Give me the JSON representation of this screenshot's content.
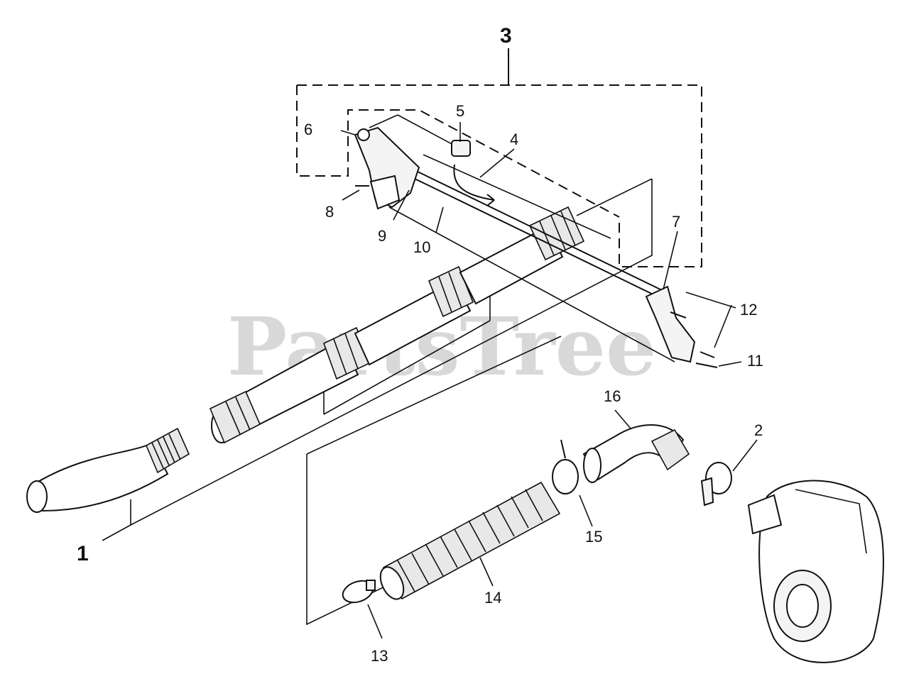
{
  "watermark": "PartsTree",
  "callouts": [
    "1",
    "2",
    "3",
    "4",
    "5",
    "6",
    "7",
    "8",
    "9",
    "10",
    "11",
    "12",
    "13",
    "14",
    "15",
    "16"
  ]
}
